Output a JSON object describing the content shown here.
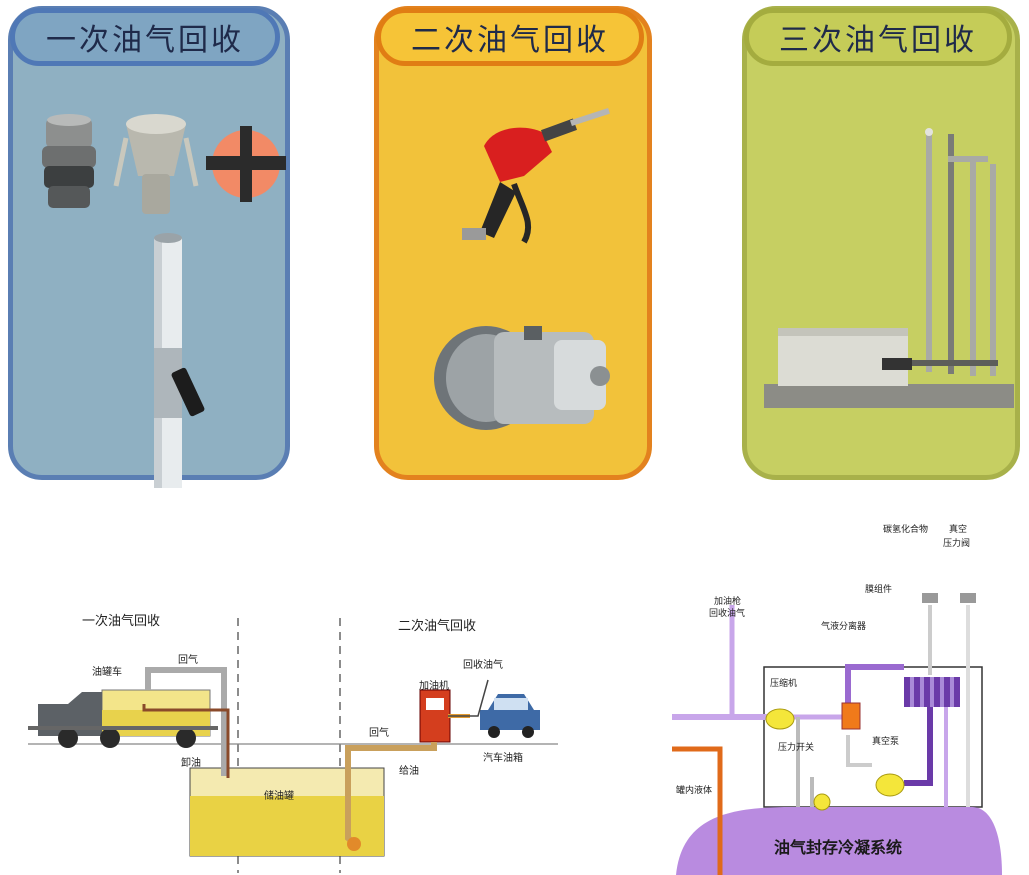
{
  "panels": {
    "first": {
      "title": "一次油气回收"
    },
    "second": {
      "title": "二次油气回收"
    },
    "third": {
      "title": "三次油气回收"
    }
  },
  "diagram_left": {
    "stage1_label": "一次油气回收",
    "stage2_label": "二次油气回收",
    "tanker_truck": "油罐车",
    "return_gas_1": "回气",
    "unload_oil": "卸油",
    "storage_tank": "储油罐",
    "dispenser": "加油机",
    "recovered_vapor": "回收油气",
    "return_gas_2": "回气",
    "dispense_oil": "给油",
    "car_tank": "汽车油箱"
  },
  "diagram_right": {
    "hydrocarbons": "碳氢化合物",
    "vacuum_valve_line1": "真空",
    "vacuum_valve_line2": "压力阀",
    "membrane": "膜组件",
    "nozzle_line1": "加油枪",
    "nozzle_line2": "回收油气",
    "separator": "气液分离器",
    "compressor": "压缩机",
    "pressure_switch": "压力开关",
    "vacuum_pump": "真空泵",
    "tank_liquid": "罐内液体",
    "system_title": "油气封存冷凝系统"
  },
  "colors": {
    "panel1": "#8fb0c2",
    "panel2": "#f2c23a",
    "panel3": "#c6cf62",
    "pipe_purple": "#b98be0",
    "pipe_orange": "#e06a1a",
    "tank_yellow": "#f6e27a"
  }
}
